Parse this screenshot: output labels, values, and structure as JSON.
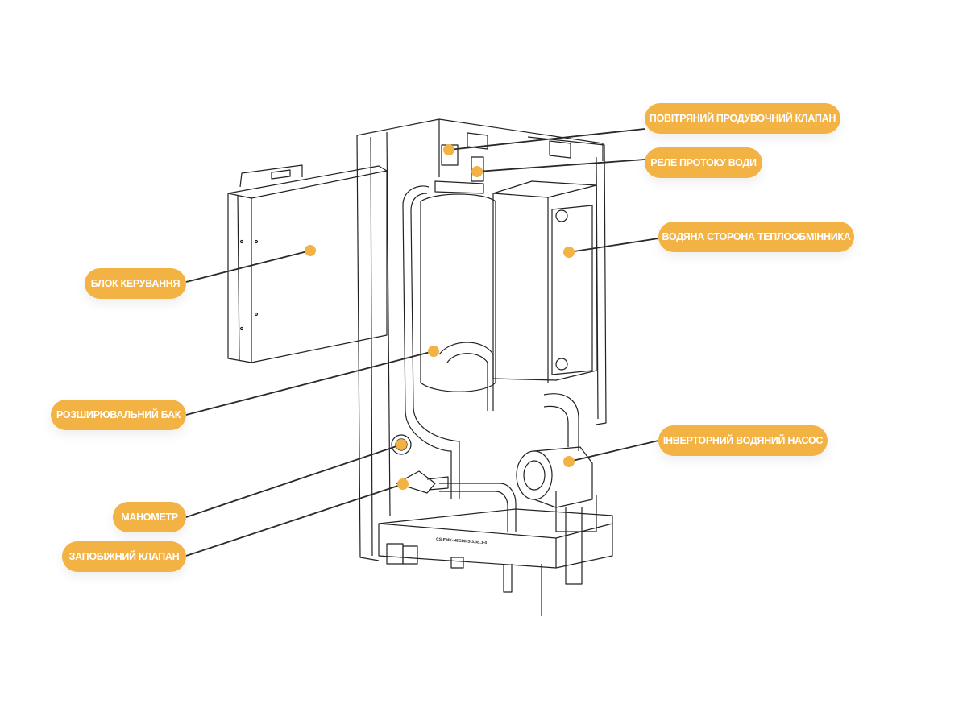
{
  "diagram": {
    "accent_color": "#F2B244",
    "model_label": "CS-EMK-H5CDMS-3.0E.1-4",
    "callouts": [
      {
        "id": "air-purge-valve",
        "label": "ПОВІТРЯНИЙ ПРОДУВОЧНИЙ КЛАПАН"
      },
      {
        "id": "water-flow-relay",
        "label": "РЕЛЕ ПРОТОКУ ВОДИ"
      },
      {
        "id": "heat-exchanger-water-side",
        "label": "ВОДЯНА СТОРОНА ТЕПЛООБМІННИКА"
      },
      {
        "id": "control-box",
        "label": "БЛОК КЕРУВАННЯ"
      },
      {
        "id": "expansion-tank",
        "label": "РОЗШИРЮВАЛЬНИЙ БАК"
      },
      {
        "id": "inverter-water-pump",
        "label": "ІНВЕРТОРНИЙ ВОДЯНИЙ НАСОС"
      },
      {
        "id": "manometer",
        "label": "МАНОМЕТР"
      },
      {
        "id": "safety-valve",
        "label": "ЗАПОБІЖНИЙ КЛАПАН"
      }
    ]
  }
}
